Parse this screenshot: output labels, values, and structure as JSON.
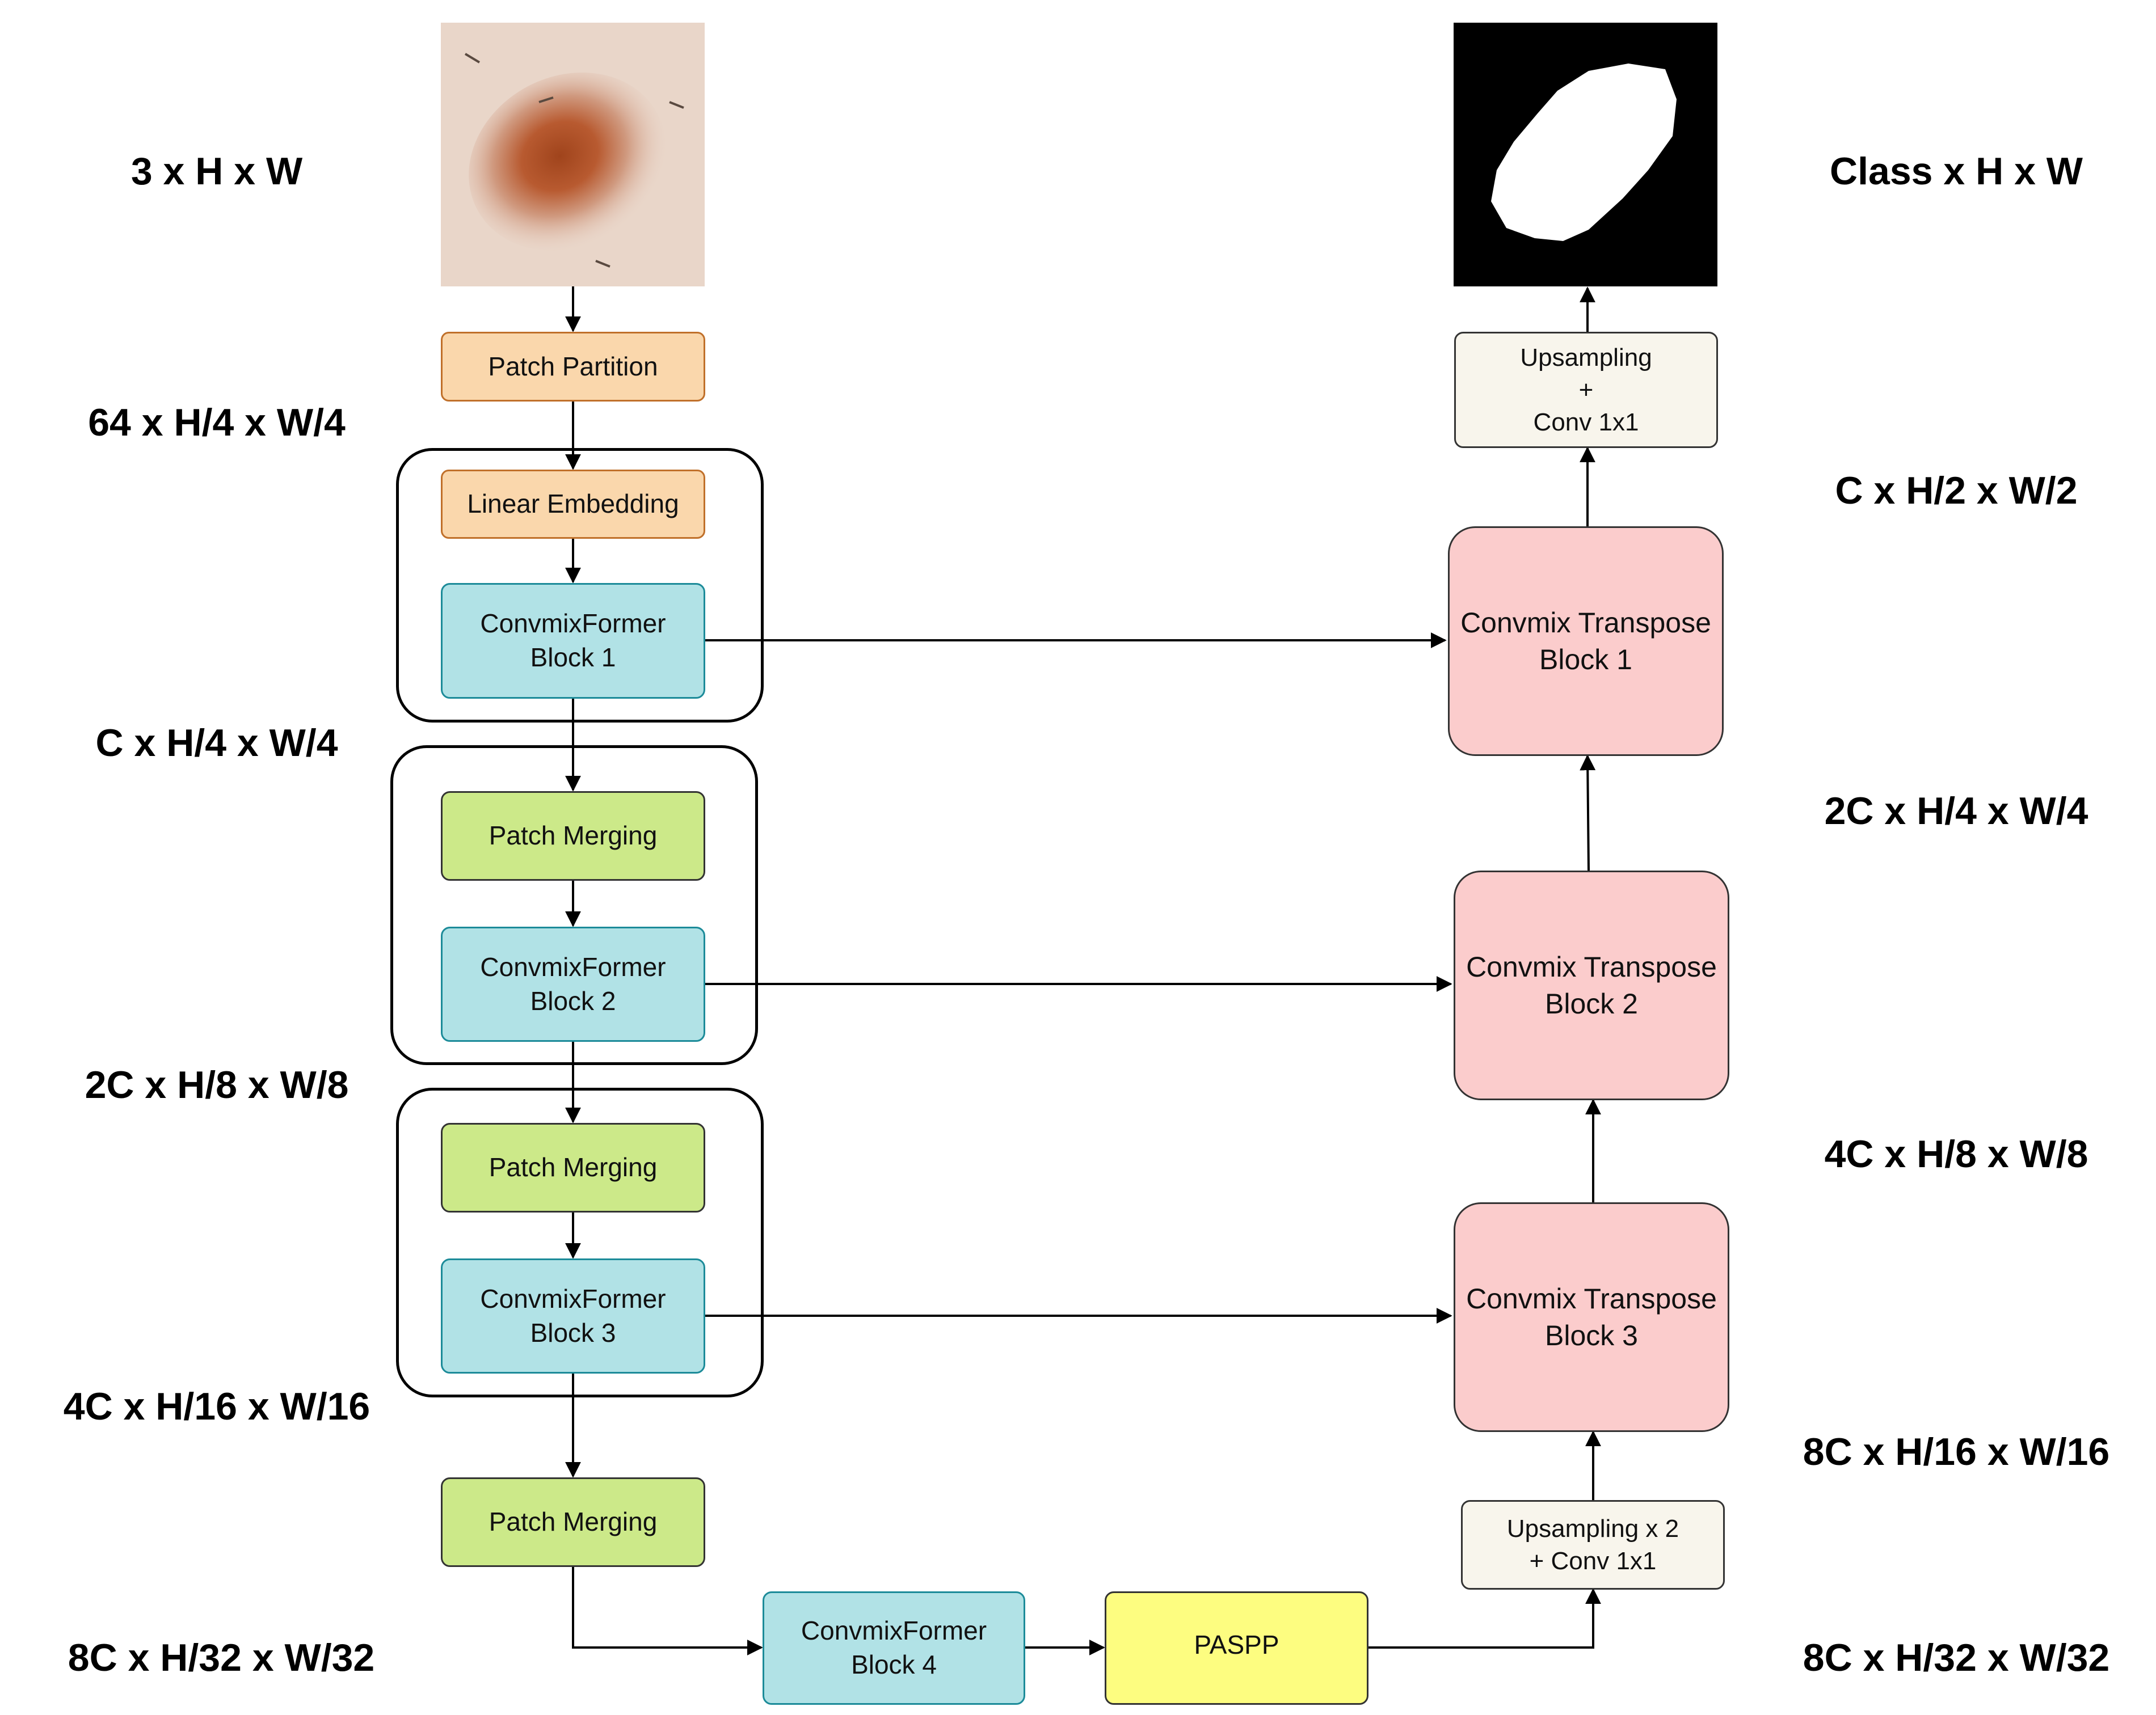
{
  "dimension_labels_left": [
    "3 x H x W",
    "64 x H/4 x W/4",
    "C x H/4 x W/4",
    "2C x H/8 x W/8",
    "4C x H/16 x W/16",
    "8C x H/32 x W/32"
  ],
  "dimension_labels_right": [
    "Class x H x W",
    "C x H/2 x W/2",
    "2C x H/4 x W/4",
    "4C x H/8 x W/8",
    "8C x H/16 x W/16",
    "8C x H/32 x W/32"
  ],
  "encoder": {
    "patch_partition": "Patch Partition",
    "linear_embedding": "Linear Embedding",
    "block1": [
      "ConvmixFormer",
      "Block 1"
    ],
    "merge1": "Patch Merging",
    "block2": [
      "ConvmixFormer",
      "Block 2"
    ],
    "merge2": "Patch Merging",
    "block3": [
      "ConvmixFormer",
      "Block 3"
    ],
    "merge3": "Patch Merging"
  },
  "bottleneck": {
    "block4": [
      "ConvmixFormer",
      "Block 4"
    ],
    "paspp": "PASPP"
  },
  "decoder": {
    "upsample_bottom": [
      "Upsampling x 2",
      "+ Conv 1x1"
    ],
    "transpose3": [
      "Convmix Transpose",
      "Block 3"
    ],
    "transpose2": [
      "Convmix Transpose",
      "Block 2"
    ],
    "transpose1": [
      "Convmix Transpose",
      "Block 1"
    ],
    "upsample_top": [
      "Upsampling",
      "+",
      "Conv 1x1"
    ]
  },
  "colors": {
    "orange_fill": "#fad7ac",
    "cyan_fill": "#b1e2e6",
    "green_fill": "#cce989",
    "pink_fill": "#fbcccc",
    "cream_fill": "#f8f5ec",
    "yellow_fill": "#fdfd80"
  }
}
